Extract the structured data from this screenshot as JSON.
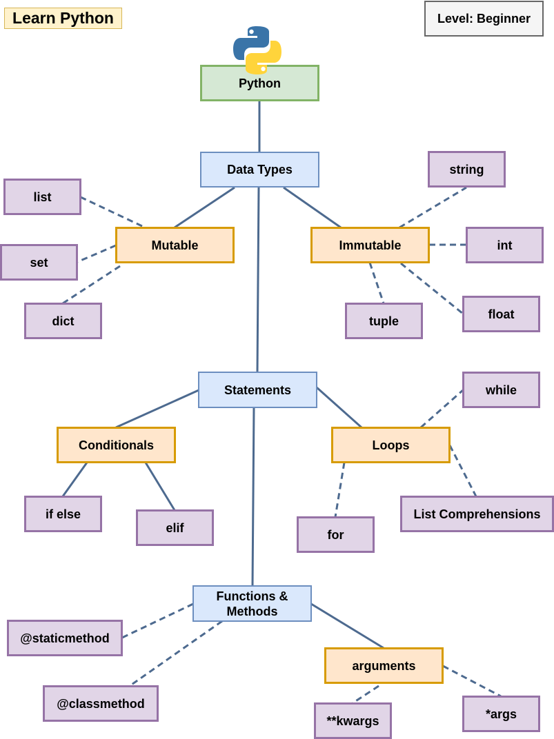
{
  "title": "Learn Python",
  "level": "Level: Beginner",
  "logo_icon": "python-logo-icon",
  "colors": {
    "edge": "#4d6a8f",
    "root_fill": "#d5e8d4",
    "root_border": "#82b366",
    "category_fill": "#dae8fc",
    "category_border": "#6c8ebf",
    "group_fill": "#ffe6cc",
    "group_border": "#d79b00",
    "leaf_fill": "#e1d5e7",
    "leaf_border": "#9673a6"
  },
  "nodes": {
    "python": "Python",
    "data_types": "Data Types",
    "mutable": "Mutable",
    "immutable": "Immutable",
    "list": "list",
    "set": "set",
    "dict": "dict",
    "string": "string",
    "int": "int",
    "float": "float",
    "tuple": "tuple",
    "statements": "Statements",
    "conditionals": "Conditionals",
    "loops": "Loops",
    "if_else": "if else",
    "elif": "elif",
    "while": "while",
    "for": "for",
    "list_comprehensions": "List Comprehensions",
    "functions": "Functions & Methods",
    "staticmethod": "@staticmethod",
    "classmethod": "@classmethod",
    "arguments": "arguments",
    "kwargs": "**kwargs",
    "args": "*args"
  }
}
